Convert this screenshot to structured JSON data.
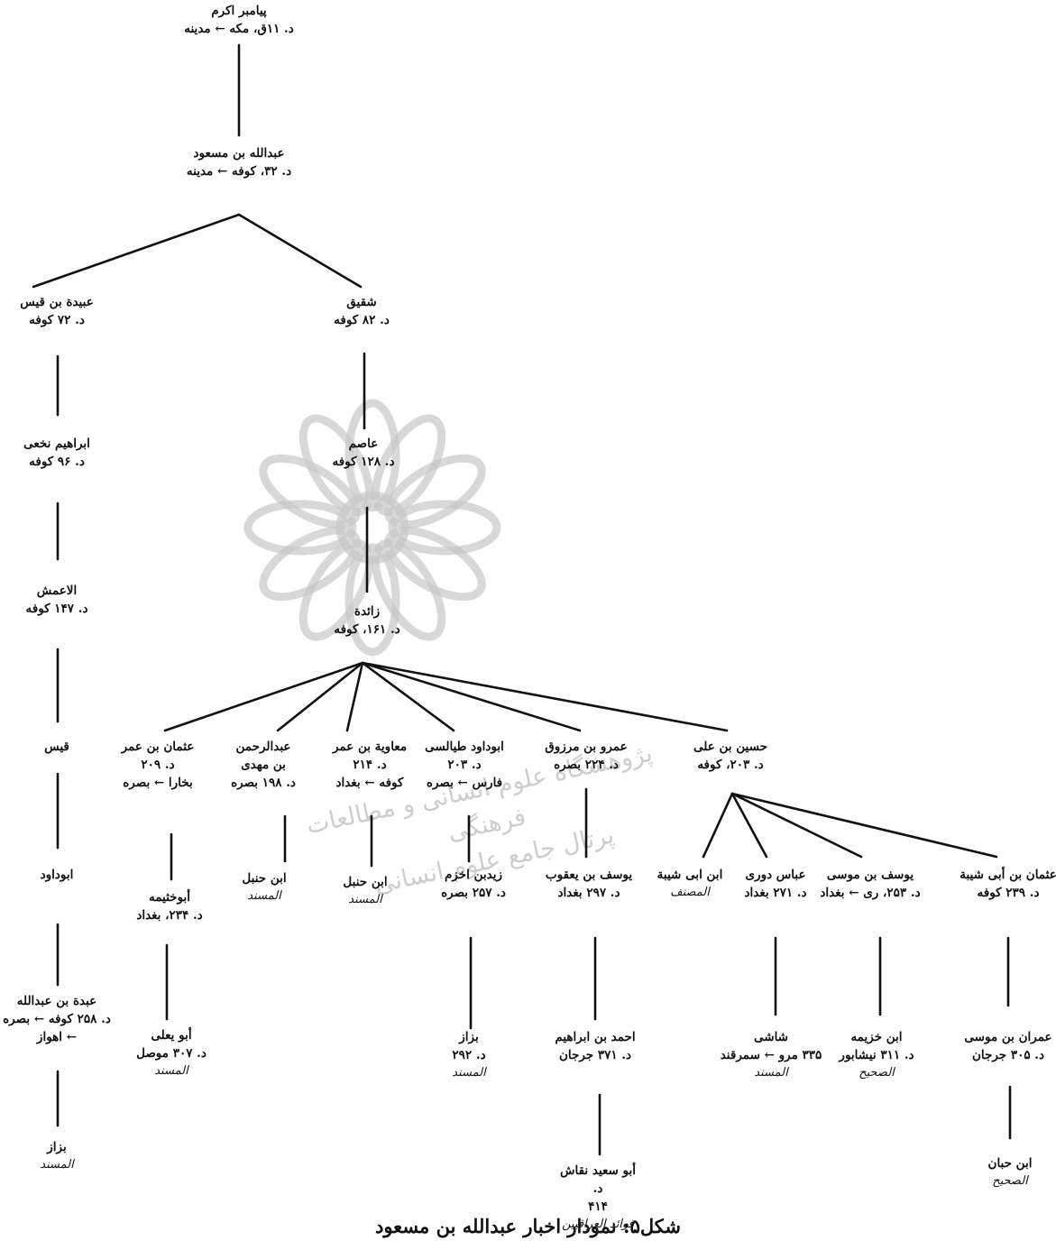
{
  "diagram": {
    "caption": "شکل۵: نمودار اخبار عبدالله بن مسعود",
    "watermark_lines": [
      "پژوهشگاه علوم انسانی و مطالعات فرهنگی",
      "پرتال جامع علوم انسانی"
    ],
    "nodes": [
      {
        "id": "prophet",
        "lines": [
          "پیامبر اکرم",
          "د. ۱۱ق، مکه ← مدینه"
        ]
      },
      {
        "id": "ibn_masud",
        "lines": [
          "عبدالله بن مسعود",
          "د. ۳۲، کوفه ← مدینه"
        ]
      },
      {
        "id": "ubayda",
        "lines": [
          "عبیدة بن قیس",
          "د. ۷۲ کوفه"
        ]
      },
      {
        "id": "shaqiq",
        "lines": [
          "شقیق",
          "د. ۸۲ کوفه"
        ]
      },
      {
        "id": "nakhai",
        "lines": [
          "ابراهیم نخعی",
          "د. ۹۶ کوفه"
        ]
      },
      {
        "id": "asim",
        "lines": [
          "عاصم",
          "د. ۱۲۸ کوفه"
        ]
      },
      {
        "id": "amash",
        "lines": [
          "الاعمش",
          "د. ۱۴۷ کوفه"
        ]
      },
      {
        "id": "zaida",
        "lines": [
          "زائدة",
          "د. ۱۶۱، کوفه"
        ]
      },
      {
        "id": "qays",
        "lines": [
          "قیس"
        ]
      },
      {
        "id": "uthman_umar",
        "lines": [
          "عثمان بن عمر",
          "د. ۲۰۹",
          "بخارا ← بصره"
        ]
      },
      {
        "id": "abd_rahman",
        "lines": [
          "عبدالرحمن",
          "بن مهدی",
          "د. ۱۹۸ بصره"
        ]
      },
      {
        "id": "muawiya",
        "lines": [
          "معاویة بن عمر",
          "د. ۲۱۴",
          "کوفه ← بغداد"
        ]
      },
      {
        "id": "tayalisi",
        "lines": [
          "ابوداود طیالسی",
          "د. ۲۰۳",
          "فارس ← بصره"
        ]
      },
      {
        "id": "amr_marzuq",
        "lines": [
          "عمرو بن مرزوق",
          "د. ۲۲۴ بصره"
        ]
      },
      {
        "id": "husayn",
        "lines": [
          "حسین بن علی",
          "د. ۲۰۳، کوفه"
        ]
      },
      {
        "id": "abu_dawud",
        "lines": [
          "ابوداود"
        ]
      },
      {
        "id": "abu_khaythama",
        "lines": [
          "أبوخثیمه",
          "د. ۲۳۴، بغداد"
        ]
      },
      {
        "id": "ibn_hanbal_1",
        "lines": [
          "ابن حنبل"
        ],
        "work": "المسند"
      },
      {
        "id": "ibn_hanbal_2",
        "lines": [
          "ابن حنبل"
        ],
        "work": "المسند"
      },
      {
        "id": "yahya_akhzam",
        "lines": [
          "زیدبن اخزم",
          "د. ۲۵۷ بصره"
        ]
      },
      {
        "id": "yusuf_yaqub",
        "lines": [
          "یوسف بن یعقوب",
          "د. ۲۹۷ بغداد"
        ]
      },
      {
        "id": "ibn_abi_shayba_1",
        "lines": [
          "ابن ابی شیبة"
        ],
        "work": "المصنف"
      },
      {
        "id": "abbas_duri",
        "lines": [
          "عباس دوری",
          "د. ۲۷۱ بغداد"
        ]
      },
      {
        "id": "yusuf_musa",
        "lines": [
          "یوسف بن موسی",
          "د. ۲۵۳، ری ← بغداد"
        ]
      },
      {
        "id": "uthman_abi_shayba",
        "lines": [
          "عثمان بن أبی شیبة",
          "د. ۲۳۹ کوفه"
        ]
      },
      {
        "id": "abda",
        "lines": [
          "عبدة بن عبدالله",
          "د. ۲۵۸ کوفه ← بصره",
          "← اهواز"
        ]
      },
      {
        "id": "abu_yala",
        "lines": [
          "أبو یعلی",
          "د. ۳۰۷ موصل"
        ],
        "work": "المسند"
      },
      {
        "id": "bazzar_1",
        "lines": [
          "بزاز",
          "د. ۲۹۲"
        ],
        "work": "المسند"
      },
      {
        "id": "ahmad_ibrahim",
        "lines": [
          "احمد بن ابراهیم",
          "د. ۳۷۱ جرجان"
        ]
      },
      {
        "id": "shashi",
        "lines": [
          "شاشی",
          "۳۳۵ مرو ← سمرقند"
        ],
        "work": "المسند"
      },
      {
        "id": "ibn_khuzayma",
        "lines": [
          "ابن خزیمه",
          "د. ۳۱۱ نیشابور"
        ],
        "work": "الصحیح"
      },
      {
        "id": "imran_musa",
        "lines": [
          "عمران بن موسی",
          "د. ۳۰۵ جرجان"
        ]
      },
      {
        "id": "bazzar_2",
        "lines": [
          "بزاز"
        ],
        "work": "المسند"
      },
      {
        "id": "abu_said",
        "lines": [
          "أبو سعید نقاش",
          "د.",
          "۴۱۴"
        ],
        "work": "فوائد العراقیین"
      },
      {
        "id": "ibn_hibban",
        "lines": [
          "ابن حبان"
        ],
        "work": "الصحیح"
      }
    ]
  }
}
